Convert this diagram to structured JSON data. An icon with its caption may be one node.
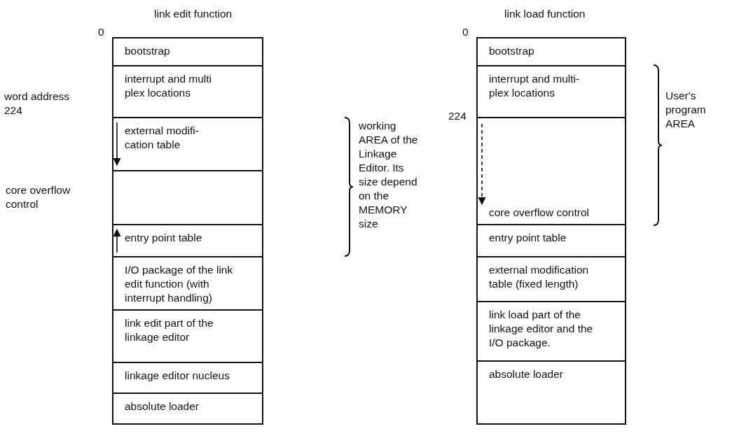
{
  "diagram": {
    "nodes": [
      {
        "text": [
          "bootstrap"
        ]
      },
      {
        "text": [
          "interrupt and multi plex locations"
        ]
      },
      {
        "text": [
          "external modifi- cation table"
        ]
      },
      {
        "text": [],
        "shape": "box",
        "beside": [
          "core overflow control"
        ]
      },
      {
        "text": [
          "entry point table"
        ]
      },
      {
        "text": [
          "I/O package of the link edit function (with interrupt handling)"
        ]
      },
      {
        "text": [
          "link edit part of the linkage editor"
        ]
      },
      {
        "text": [
          "linkage editor nucleus"
        ]
      },
      {
        "text": [
          "absolute loader"
        ]
      },
      {
        "text": [
          "bootstrap"
        ]
      },
      {
        "text": [
          "interrupt and multi- plex locations"
        ]
      },
      {
        "text": [
          "core overflow control"
        ]
      },
      {
        "text": [
          "entry point table"
        ]
      },
      {
        "text": [
          "external modification table (fixed length)"
        ]
      },
      {
        "text": [
          "link load part of the linkage editor and the I/O package."
        ]
      },
      {
        "text": [
          "absolute loader"
        ]
      }
    ],
    "labels": [
      "link edit function",
      "link load function",
      "0",
      "0",
      "word address 224",
      "working AREA of the Linkage Editor. Its size depend on the MEMORY size",
      "224",
      "User's program AREA"
    ]
  }
}
